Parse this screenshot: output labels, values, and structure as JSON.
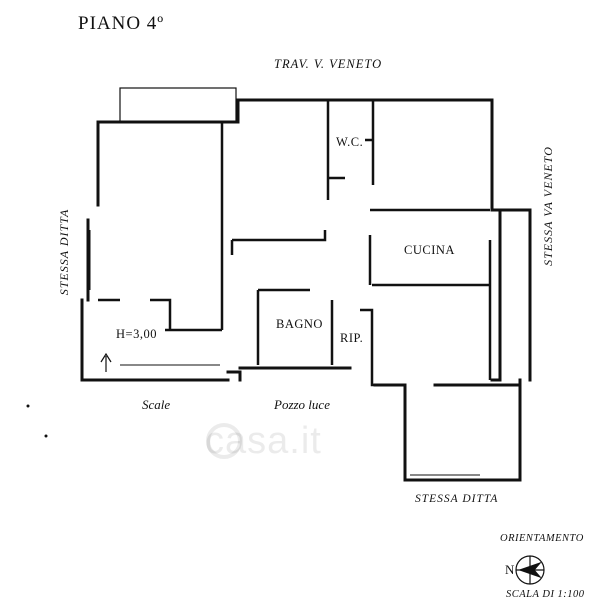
{
  "title": "PIANO 4º",
  "street_top": "TRAV.  V. VENETO",
  "side_left": "STESSA  DITTA",
  "side_right": "STESSA VA VENETO",
  "bottom_right": "STESSA DITTA",
  "rooms": {
    "wc": "W.C.",
    "cucina": "CUCINA",
    "bagno": "BAGNO",
    "rip": "RIP.",
    "height": "H=3,00"
  },
  "labels_below": {
    "scale": "Scale",
    "pozzo_luce": "Pozzo luce"
  },
  "compass": {
    "heading": "ORIENTAMENTO",
    "north_letter": "N",
    "icon": "compass-icon"
  },
  "scale_text": "SCALA DI 1:100",
  "watermark": "casa.it",
  "colors": {
    "ink": "#111111",
    "background": "#ffffff"
  }
}
